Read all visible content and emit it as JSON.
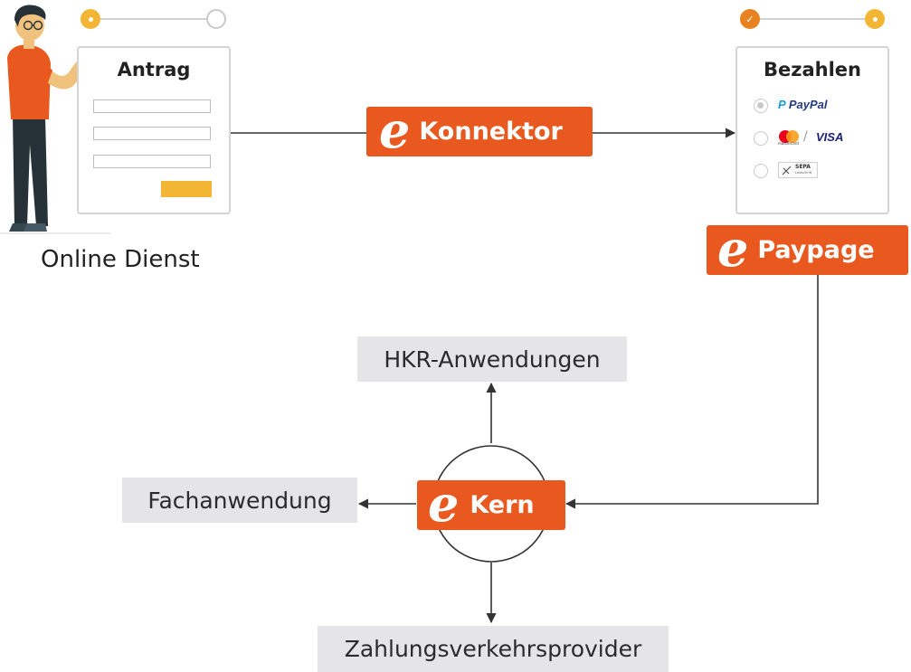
{
  "online_service": {
    "label": "Online Dienst"
  },
  "antrag_form": {
    "title": "Antrag"
  },
  "bezahlen_form": {
    "title": "Bezahlen",
    "methods": [
      {
        "paypal": "PayPal"
      },
      {
        "mastercard": "mastercard",
        "separator": "/",
        "visa": "VISA"
      },
      {
        "sepa": "SEPA",
        "sepa_sub": "Lastschrift"
      }
    ]
  },
  "brands": {
    "konnektor": {
      "logo": "e",
      "label": "Konnektor"
    },
    "paypage": {
      "logo": "e",
      "label": "Paypage"
    },
    "kern": {
      "logo": "e",
      "label": "Kern"
    }
  },
  "targets": {
    "hkr": "HKR-Anwendungen",
    "fach": "Fachanwendung",
    "zahlung": "Zahlungsverkehrsprovider"
  },
  "icons": [
    "person-illustration-icon",
    "step-dot-icon",
    "step-check-icon",
    "paypal-logo-icon",
    "mastercard-logo-icon",
    "sepa-logo-icon"
  ],
  "colors": {
    "brand_orange": "#e8581f",
    "step_gold": "#f2b534",
    "step_orange": "#e8811f",
    "box_grey": "#e5e5e8",
    "line": "#333333"
  }
}
